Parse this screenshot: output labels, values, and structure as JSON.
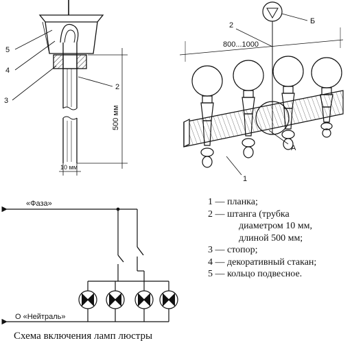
{
  "fig_left": {
    "callouts": [
      "5",
      "4",
      "3",
      "2"
    ],
    "dim_length": "500 мм",
    "dim_diameter": "10 мм"
  },
  "fig_right": {
    "dim_span": "800...1000",
    "callouts": [
      "2",
      "Б",
      "1",
      "А"
    ]
  },
  "circuit": {
    "phase_label": "«Фаза»",
    "neutral_label": "О «Нейтраль»",
    "caption": "Схема включения ламп люстры"
  },
  "legend": {
    "items": [
      {
        "num": "1",
        "text": "1 — планка;"
      },
      {
        "num": "2",
        "text": "2 — штанга (трубка",
        "cont": [
          "диаметром 10 мм,",
          "длиной 500 мм;"
        ]
      },
      {
        "num": "3",
        "text": "3 — стопор;"
      },
      {
        "num": "4",
        "text": "4 — декоративный стакан;"
      },
      {
        "num": "5",
        "text": "5 — кольцо подвесное."
      }
    ]
  }
}
